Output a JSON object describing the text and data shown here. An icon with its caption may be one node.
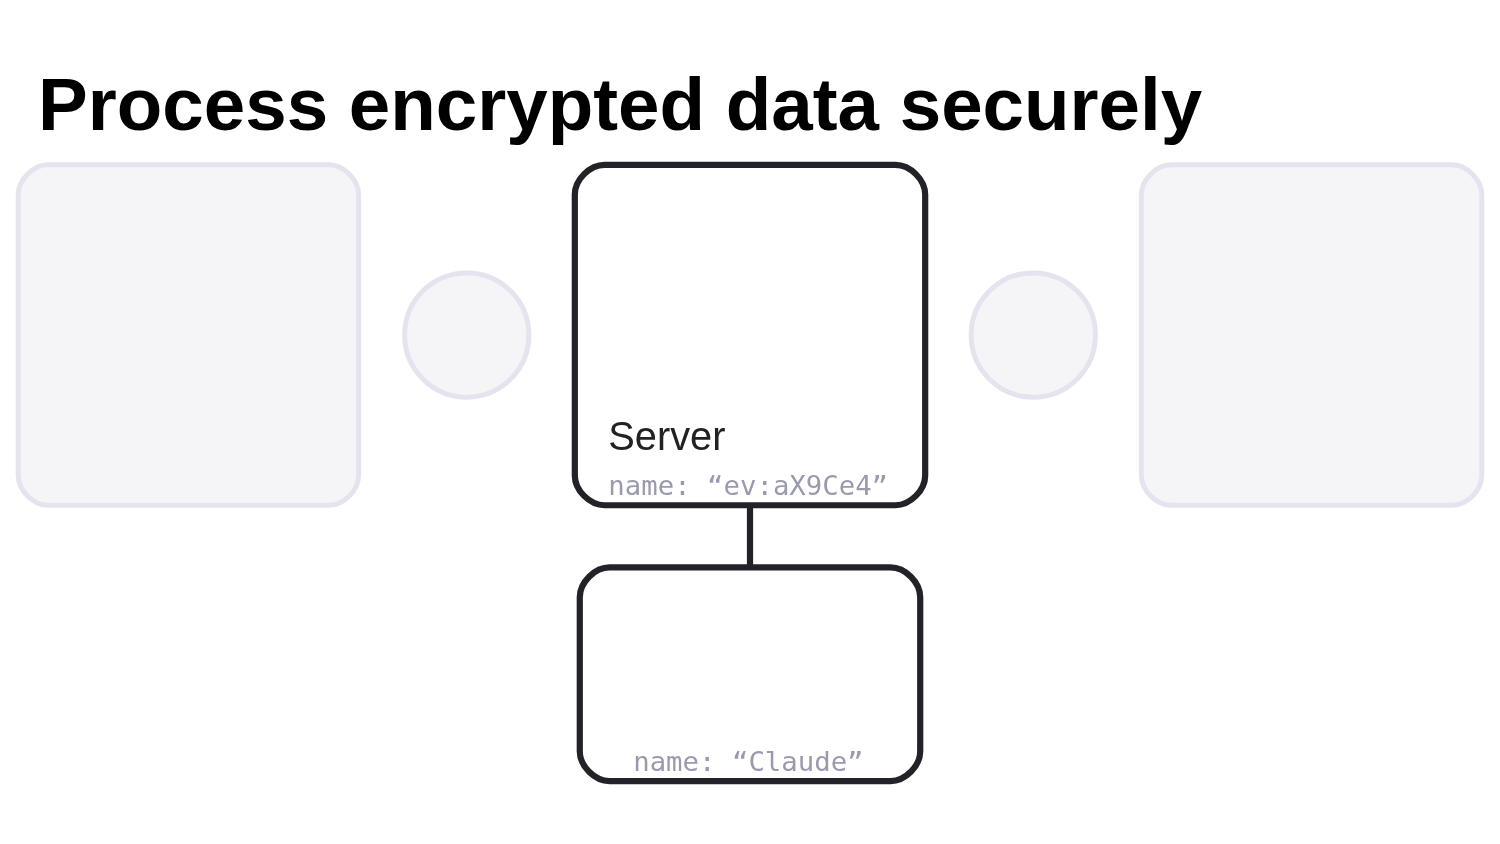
{
  "diagram": {
    "title": "Process encrypted data securely",
    "nodes": [
      {
        "text": [],
        "shape": "box"
      },
      {
        "text": [],
        "shape": "circle"
      },
      {
        "text": [
          "Server",
          "name: “ev:aX9Ce4”"
        ]
      },
      {
        "text": [],
        "shape": "circle"
      },
      {
        "text": [],
        "shape": "box"
      },
      {
        "text": [
          "name: “Claude”"
        ]
      }
    ],
    "edges": [
      {
        "from": 2,
        "to": 5,
        "arrow": "none"
      }
    ]
  }
}
